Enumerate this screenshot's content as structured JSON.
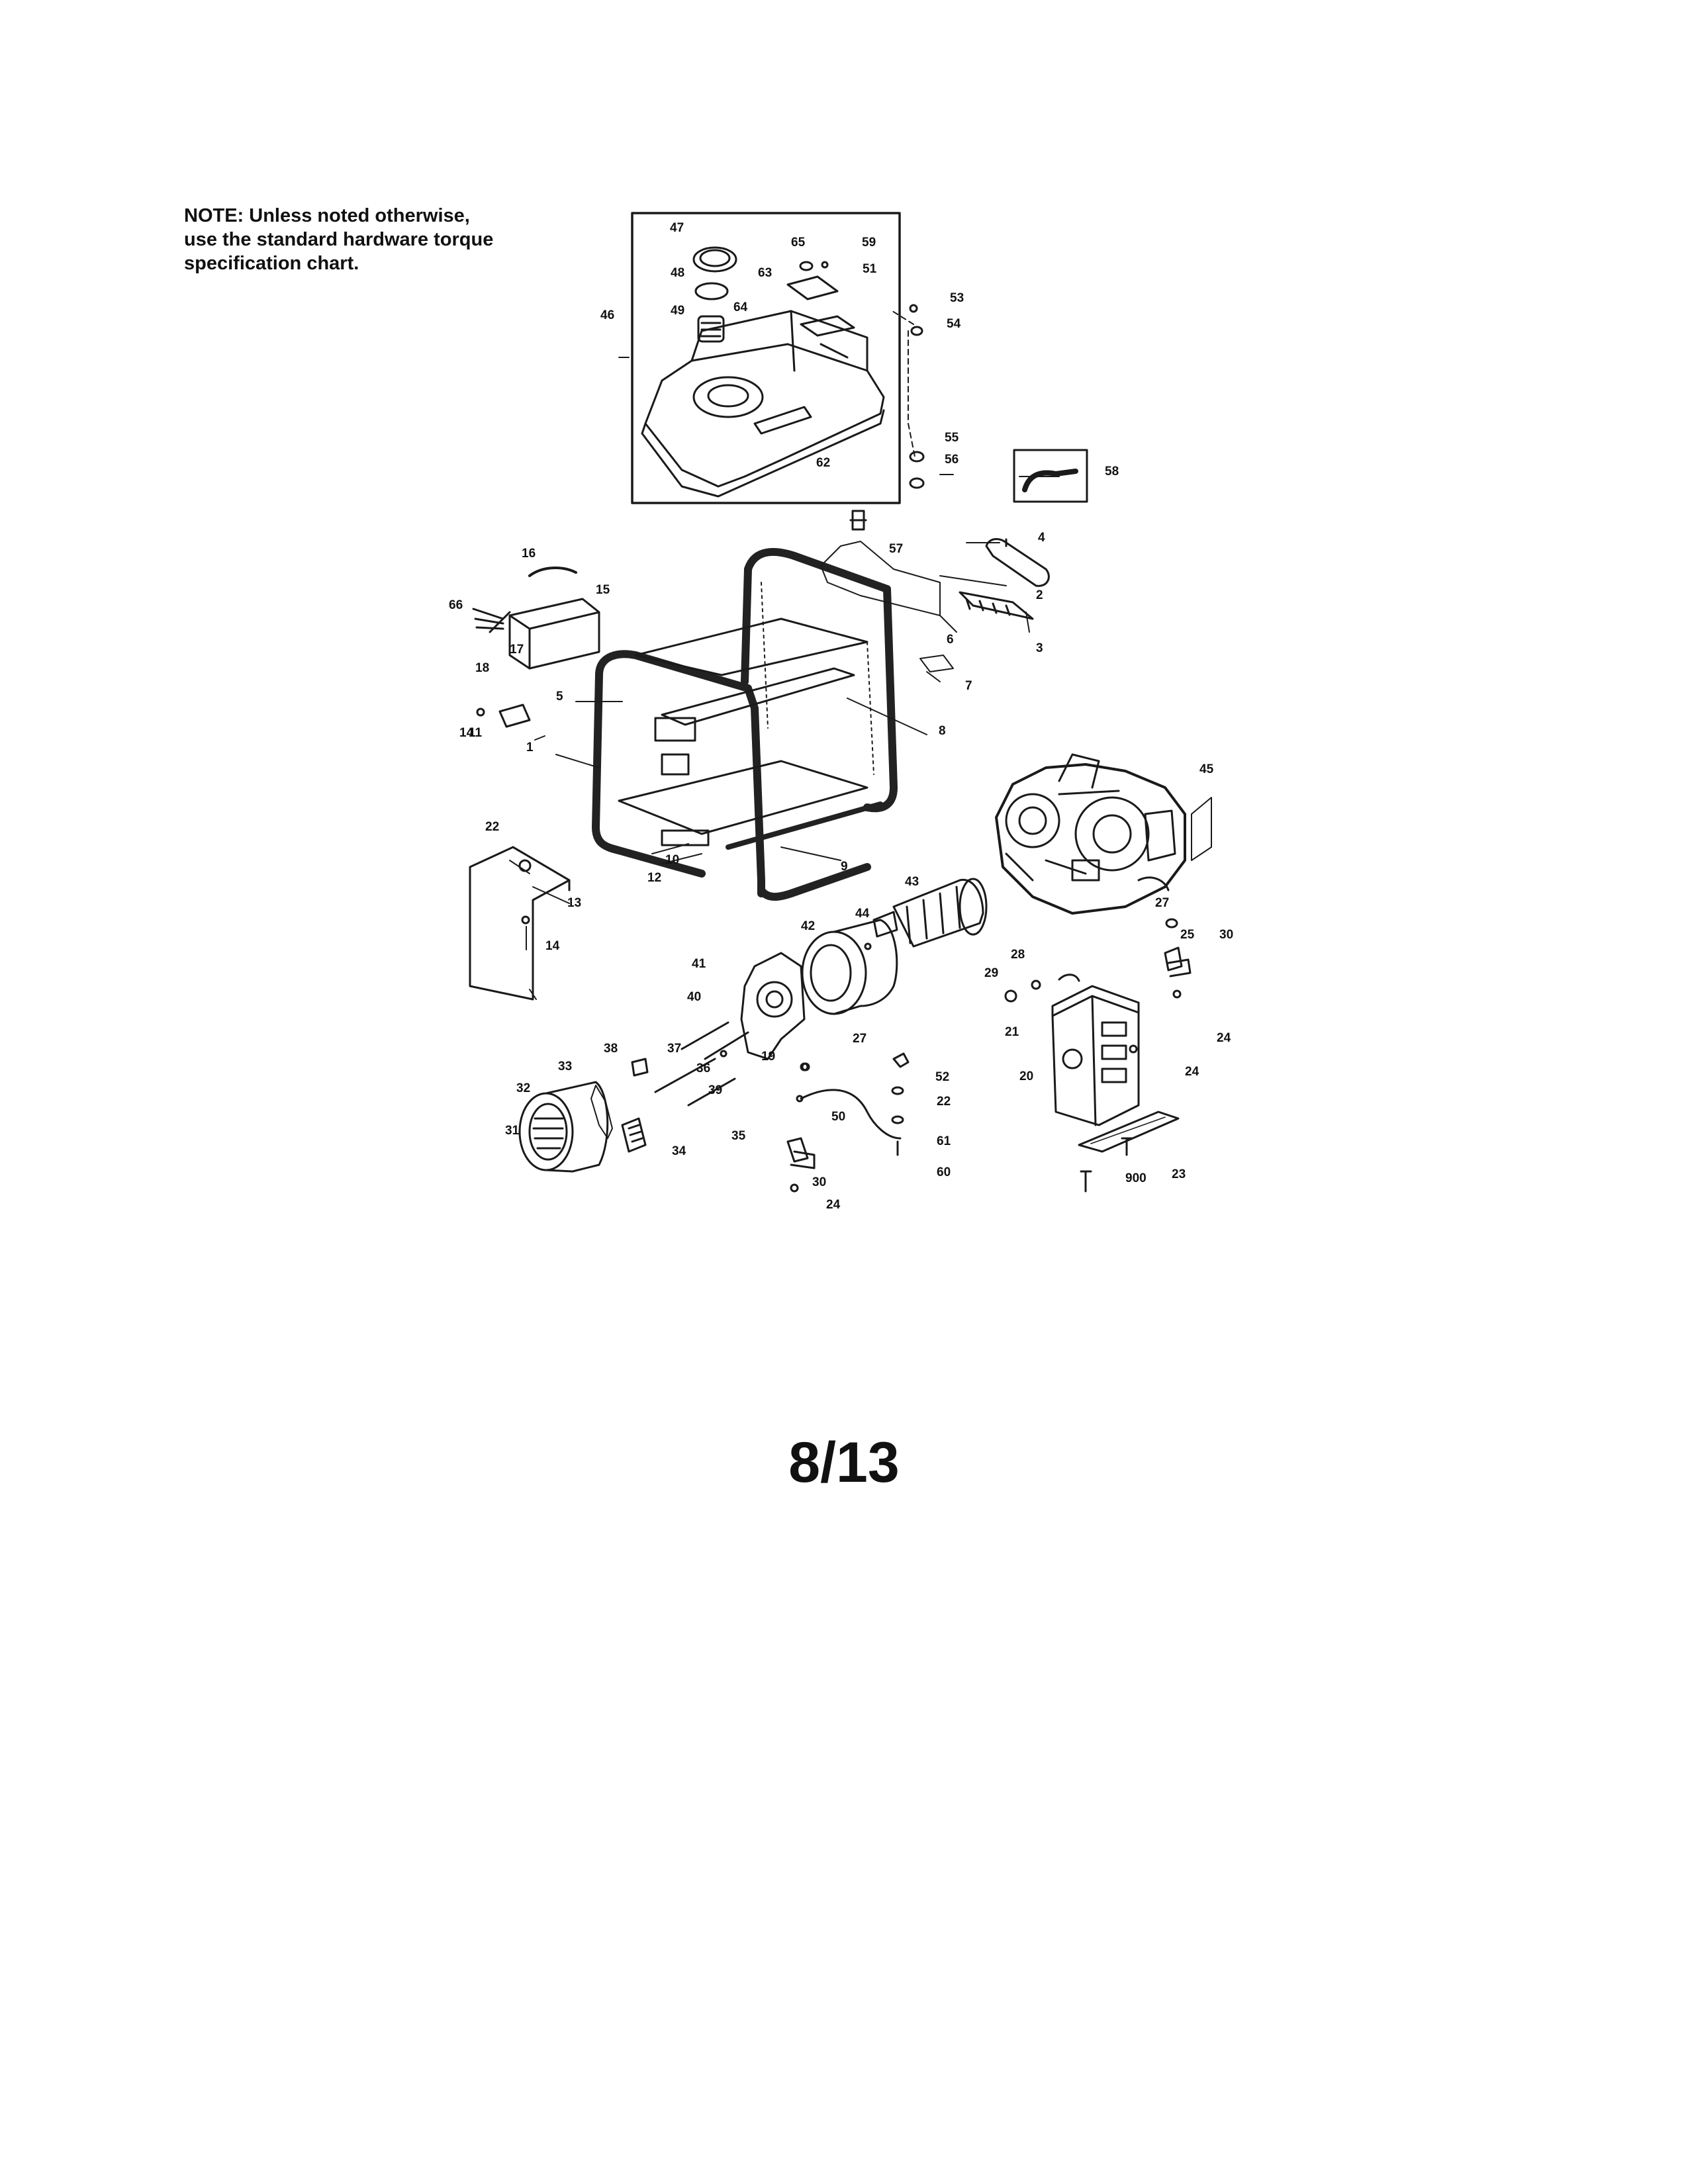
{
  "note": {
    "line1": "NOTE: Unless noted otherwise,",
    "line2": "use the standard hardware torque",
    "line3": "specification chart."
  },
  "page_number": "8/13",
  "callouts": [
    "1",
    "2",
    "3",
    "4",
    "5",
    "6",
    "7",
    "8",
    "9",
    "10",
    "11",
    "12",
    "13",
    "14",
    "14",
    "15",
    "16",
    "17",
    "18",
    "19",
    "20",
    "21",
    "22",
    "22",
    "23",
    "24",
    "24",
    "24",
    "25",
    "27",
    "27",
    "28",
    "29",
    "30",
    "30",
    "31",
    "32",
    "33",
    "34",
    "35",
    "36",
    "37",
    "38",
    "39",
    "40",
    "41",
    "42",
    "43",
    "44",
    "45",
    "46",
    "47",
    "48",
    "49",
    "50",
    "51",
    "52",
    "53",
    "54",
    "55",
    "56",
    "57",
    "58",
    "59",
    "60",
    "61",
    "62",
    "63",
    "64",
    "65",
    "66",
    "900"
  ]
}
